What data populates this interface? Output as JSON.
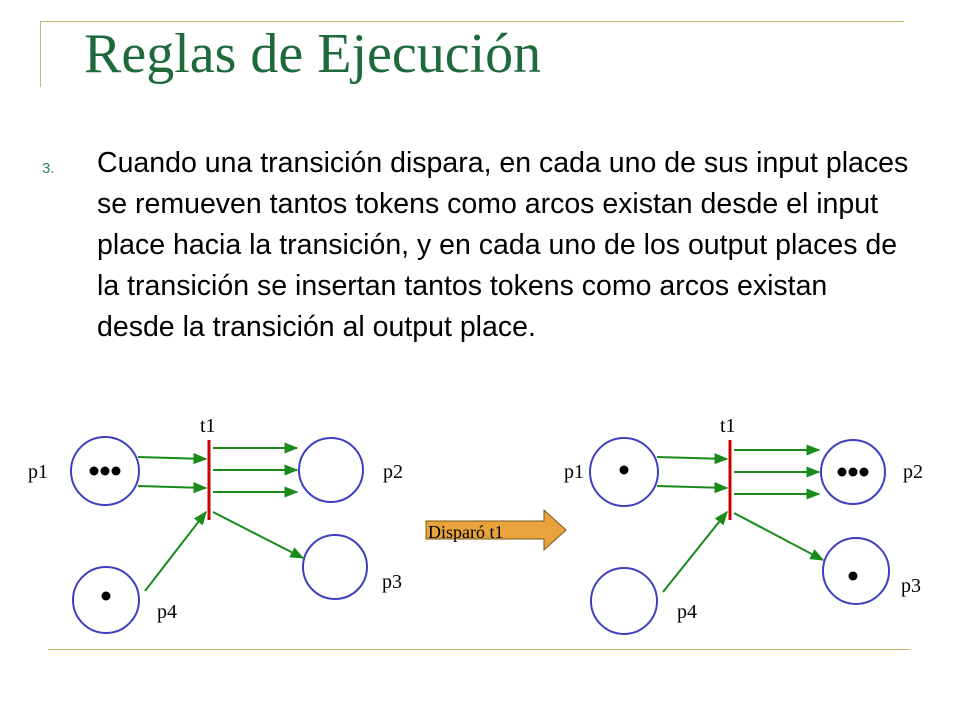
{
  "slide": {
    "title": "Reglas de Ejecución",
    "item_number": "3.",
    "rule_text": "Cuando una transición dispara, en cada uno de sus input places se remueven tantos tokens como arcos existan desde el input place hacia la transición, y en cada uno de los output places de la transición se insertan tantos tokens como arcos existan desde la transición al output place."
  },
  "colors": {
    "title": "#1e6a3c",
    "place_stroke": "#3f3fc0",
    "transition": "#cc0000",
    "arc": "#1a8a1a",
    "fired_arrow_fill": "#e8a33d",
    "frame": "#c9b96a"
  },
  "before": {
    "labels": {
      "p1": "p1",
      "p2": "p2",
      "p3": "p3",
      "p4": "p4",
      "t1": "t1"
    },
    "tokens": {
      "p1": 3,
      "p2": 0,
      "p3": 0,
      "p4": 1
    }
  },
  "after": {
    "labels": {
      "p1": "p1",
      "p2": "p2",
      "p3": "p3",
      "p4": "p4",
      "t1": "t1"
    },
    "tokens": {
      "p1": 1,
      "p2": 3,
      "p3": 1,
      "p4": 0
    }
  },
  "fired_label": "Disparó t1"
}
